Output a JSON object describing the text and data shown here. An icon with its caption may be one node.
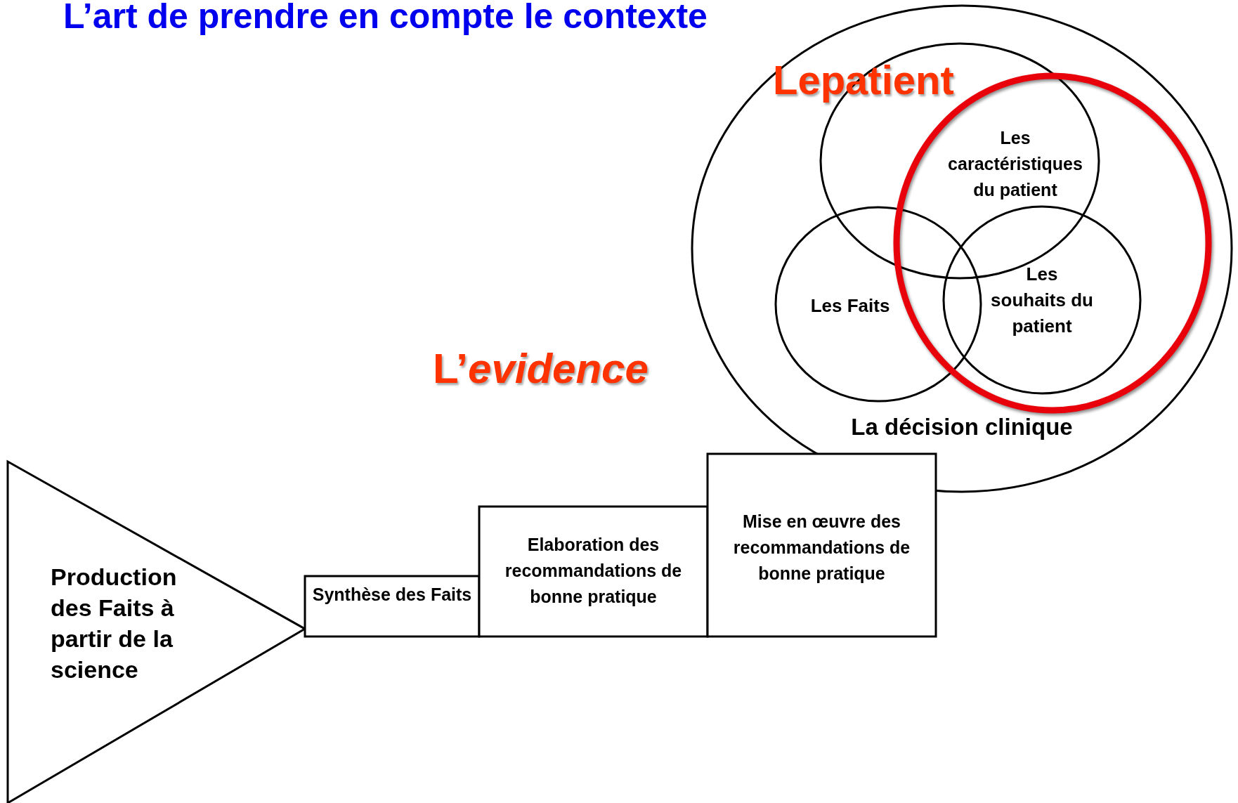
{
  "diagram": {
    "title": "L’art de prendre en compte le contexte",
    "nodes": [
      {
        "text": [
          "La décision clinique"
        ]
      },
      {
        "text": [
          "Les caractéristiques du patient"
        ],
        "in": 0
      },
      {
        "text": [
          "Les Faits"
        ],
        "in": 0
      },
      {
        "text": [],
        "shape": "circle",
        "in": 0
      },
      {
        "text": [
          "Les souhaits du patient"
        ],
        "in": 3
      },
      {
        "text": [
          "Production des Faits à partir de la science"
        ]
      },
      {
        "text": [
          "Synthèse des Faits"
        ]
      },
      {
        "text": [
          "Elaboration des recommandations de bonne pratique"
        ]
      },
      {
        "text": [
          "Mise en œuvre des recommandations de bonne pratique"
        ]
      }
    ],
    "labels": [
      "Lepatient",
      "L’*evidence*"
    ]
  }
}
